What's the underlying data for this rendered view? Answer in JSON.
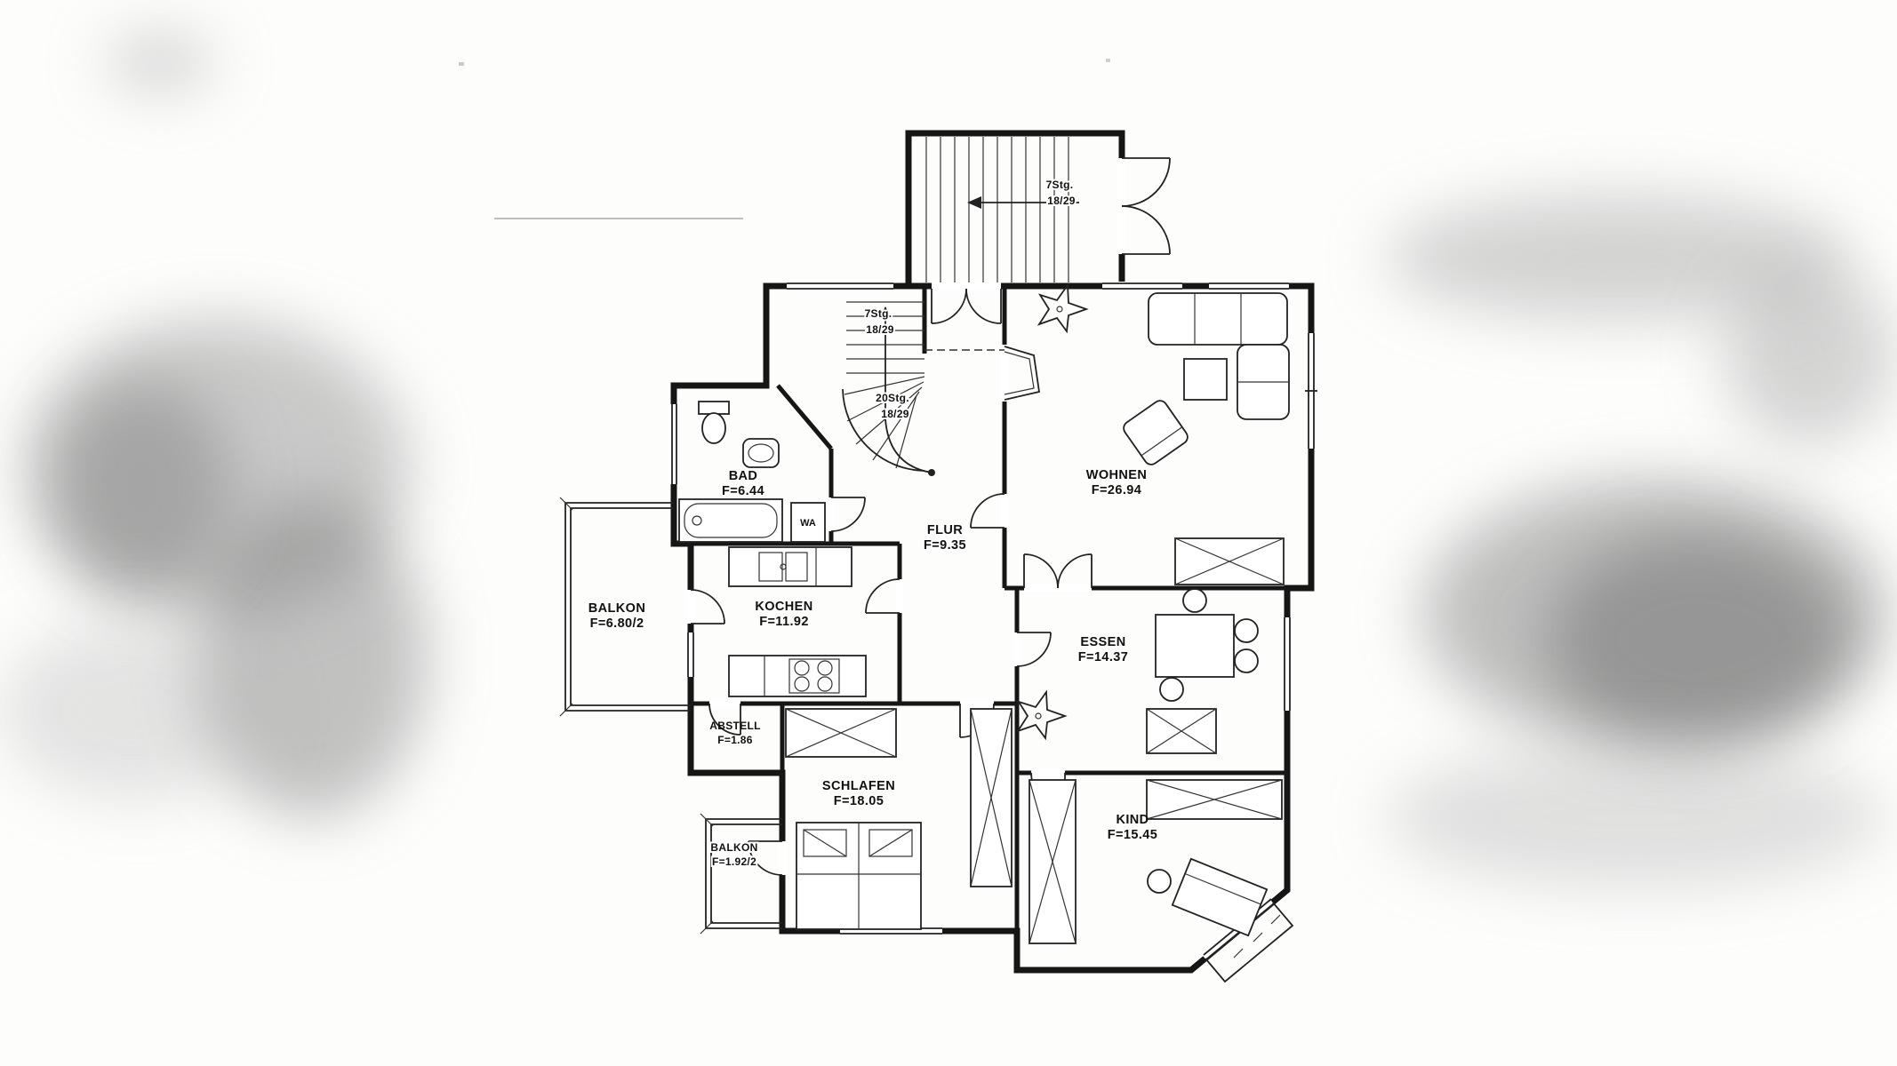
{
  "floorplan": {
    "rooms": {
      "bad": {
        "name": "BAD",
        "area": "F=6.44"
      },
      "balkon_west": {
        "name": "BALKON",
        "area": "F=6.80/2"
      },
      "kochen": {
        "name": "KOCHEN",
        "area": "F=11.92"
      },
      "flur": {
        "name": "FLUR",
        "area": "F=9.35"
      },
      "wohnen": {
        "name": "WOHNEN",
        "area": "F=26.94"
      },
      "essen": {
        "name": "ESSEN",
        "area": "F=14.37"
      },
      "abstell": {
        "name": "ABSTELL",
        "area": "F=1.86"
      },
      "schlafen": {
        "name": "SCHLAFEN",
        "area": "F=18.05"
      },
      "balkon_sued": {
        "name": "BALKON",
        "area": "F=1.92/2"
      },
      "kind": {
        "name": "KIND",
        "area": "F=15.45"
      }
    },
    "stairs": {
      "entry": {
        "steps": "7Stg.",
        "ratio": "18/29"
      },
      "upper": {
        "steps": "7Stg.",
        "ratio": "18/29"
      },
      "winder": {
        "steps": "20Stg.",
        "ratio": "18/29"
      }
    },
    "labels": {
      "washer": "WA"
    },
    "colors": {
      "ink": "#161616",
      "paper": "#ffffff"
    }
  }
}
